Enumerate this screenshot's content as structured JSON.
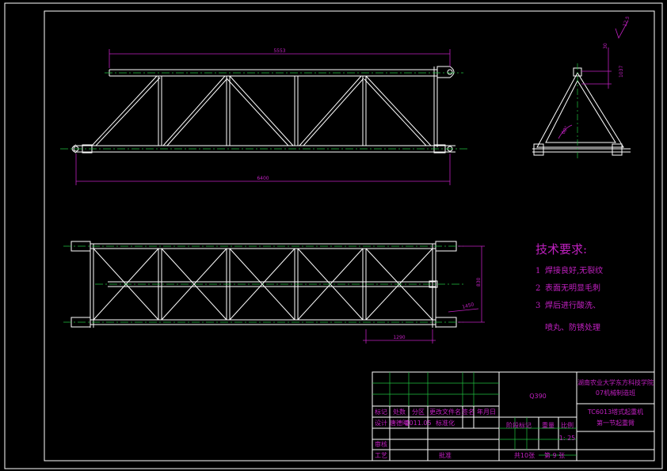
{
  "dimensions": {
    "top_length": "5553",
    "bottom_length": "6400",
    "section_height": "830",
    "panel": "1290",
    "small": "1450",
    "angle": "60°",
    "right_a": "30",
    "right_b": "1037",
    "roughness": "12.5"
  },
  "tech_requirements": {
    "title": "技术要求:",
    "items": [
      {
        "num": "1",
        "text": "焊接良好,无裂纹"
      },
      {
        "num": "2",
        "text": "表面无明显毛刺"
      },
      {
        "num": "3",
        "text": "焊后进行酸洗、"
      },
      {
        "num": "",
        "text": "喷丸、防锈处理"
      }
    ]
  },
  "title_block": {
    "material": "Q390",
    "school_line1": "湖南农业大学东方科技学院",
    "school_line2": "07机械制造班",
    "product_line1": "TC6013塔式起重机",
    "product_line2": "第一节起重臂",
    "header_cells": [
      "标记",
      "处数",
      "分区",
      "更改文件名",
      "签名",
      "年月日"
    ],
    "designer_label": "设计",
    "designer_name": "唐德曦",
    "date": "2011.05",
    "standard_label": "标准化",
    "review_label": "审核",
    "process_label": "工艺",
    "approve_label": "批准",
    "stage_label": "阶段标记",
    "weight_label": "重量",
    "scale_label": "比例",
    "scale": "1: 25",
    "sheets_total": "共10张",
    "sheet_no": "第 9 张"
  }
}
